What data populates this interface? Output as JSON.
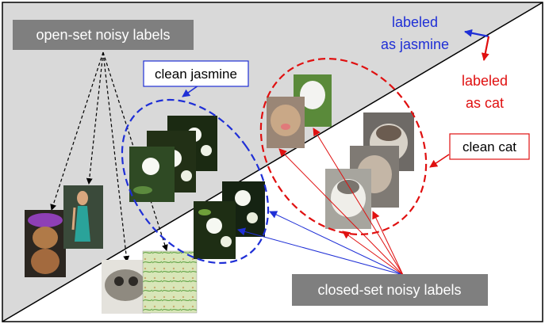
{
  "labels": {
    "open_set": "open-set noisy labels",
    "clean_jasmine": "clean jasmine",
    "labeled_jasmine_line1": "labeled",
    "labeled_jasmine_line2": "as jasmine",
    "labeled_cat_line1": "labeled",
    "labeled_cat_line2": "as cat",
    "clean_cat": "clean cat",
    "closed_set": "closed-set noisy labels"
  },
  "colors": {
    "jasmine_blue": "#1f2fd6",
    "cat_red": "#e01010",
    "gray_region": "#d9d9d9",
    "dark_label_bg": "#7f7f7f"
  },
  "images": [
    {
      "subject": "dog-in-costume-photo"
    },
    {
      "subject": "mermaid-doll-photo"
    },
    {
      "subject": "animal-skull-photo"
    },
    {
      "subject": "map-illustration"
    },
    {
      "subject": "jasmine-flower-photo"
    },
    {
      "subject": "jasmine-flower-photo"
    },
    {
      "subject": "jasmine-flower-photo"
    },
    {
      "subject": "jasmine-flower-photo"
    },
    {
      "subject": "jasmine-flower-photo"
    },
    {
      "subject": "cat-photo"
    },
    {
      "subject": "cat-photo"
    },
    {
      "subject": "cat-photo"
    },
    {
      "subject": "grumpy-cat-photo"
    },
    {
      "subject": "cat-photo"
    }
  ]
}
